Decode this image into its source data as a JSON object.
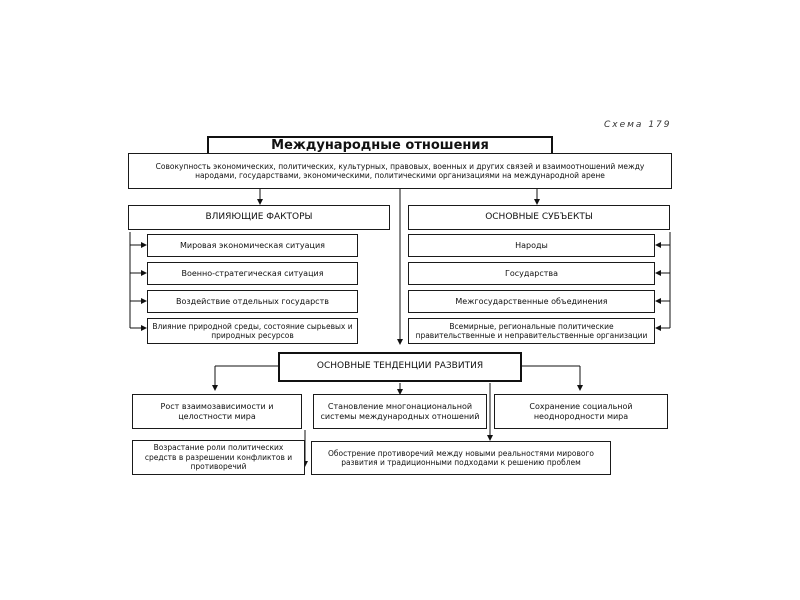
{
  "caption": "Схема 179",
  "title": "Международные отношения",
  "definition": "Совокупность экономических, политических, культурных, правовых, военных и других связей и взаимоотношений между народами, государствами, экономическими, политическими организациями на международной арене",
  "factors": {
    "header": "ВЛИЯЮЩИЕ ФАКТОРЫ",
    "items": [
      "Мировая экономическая ситуация",
      "Военно-стратегическая ситуация",
      "Воздействие отдельных государств",
      "Влияние природной среды, состояние сырьевых и природных ресурсов"
    ]
  },
  "subjects": {
    "header": "ОСНОВНЫЕ СУБЪЕКТЫ",
    "items": [
      "Народы",
      "Государства",
      "Межгосударственные объединения",
      "Всемирные, региональные политические правительственные и неправительственные организации"
    ]
  },
  "trends": {
    "header": "ОСНОВНЫЕ ТЕНДЕНЦИИ РАЗВИТИЯ",
    "items": [
      "Рост взаимозависимости и целостности мира",
      "Становление многонациональной системы международных отношений",
      "Сохранение социальной неоднородности мира"
    ],
    "bottom": [
      "Возрастание роли политических средств в разрешении конфликтов и противоречий",
      "Обострение противоречий между новыми реальностями мирового развития и традиционными подходами к решению проблем"
    ]
  }
}
